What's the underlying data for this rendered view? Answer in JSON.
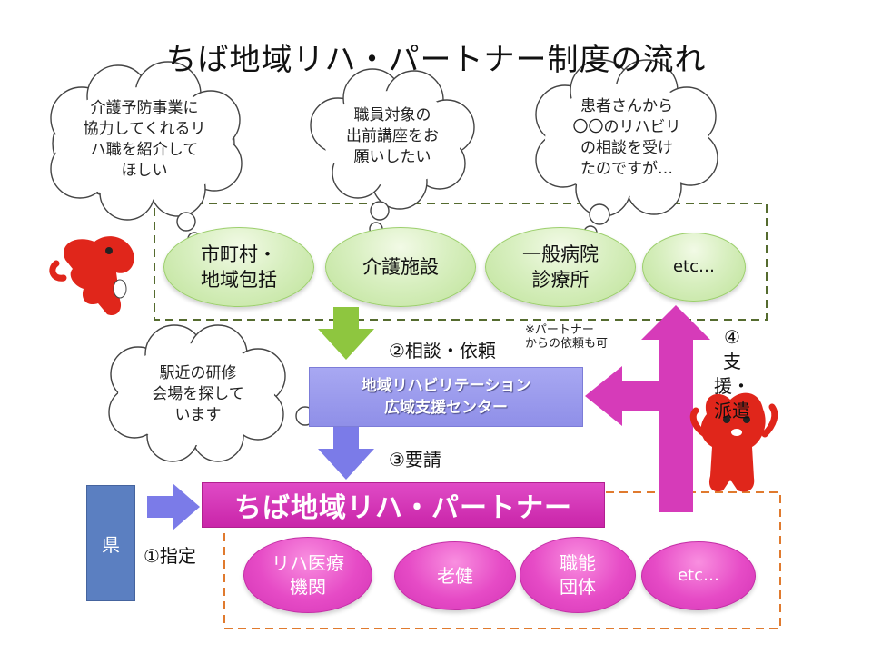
{
  "title": "ちば地域リハ・パートナー制度の流れ",
  "clouds": {
    "c1": [
      "介護予防事業に",
      "協力してくれるリ",
      "ハ職を紹介して",
      "ほしい"
    ],
    "c2": [
      "職員対象の",
      "出前講座をお",
      "願いしたい"
    ],
    "c3": [
      "患者さんから",
      "〇〇のリハビリ",
      "の相談を受け",
      "たのですが…"
    ],
    "c4": [
      "駅近の研修",
      "会場を探して",
      "います"
    ]
  },
  "requesters": [
    [
      "市町村・",
      "地域包括"
    ],
    [
      "介護施設"
    ],
    [
      "一般病院",
      "診療所"
    ],
    [
      "etc…"
    ]
  ],
  "center": {
    "line1": "地域リハビリテーション",
    "line2": "広域支援センター"
  },
  "steps": {
    "designate": "①指定",
    "consult": "②相談・依頼",
    "request": "③要請",
    "support_num": "④",
    "support_1": "支援・",
    "support_2": "派遣"
  },
  "note": {
    "line1": "※パートナー",
    "line2": "からの依頼も可"
  },
  "partner_title": "ちば地域リハ・パートナー",
  "prefecture": "県",
  "partners": [
    [
      "リハ医療",
      "機関"
    ],
    [
      "老健"
    ],
    [
      "職能",
      "団体"
    ],
    [
      "etc…"
    ]
  ],
  "colors": {
    "green_arrow": "#8ec63f",
    "purple_arrow": "#7b7be8",
    "magenta": "#d63bb9",
    "green_border": "#556b2f",
    "orange_border": "#e07a2e",
    "prefecture_blue": "#5b7fc1",
    "mascot_red": "#e0261b"
  }
}
